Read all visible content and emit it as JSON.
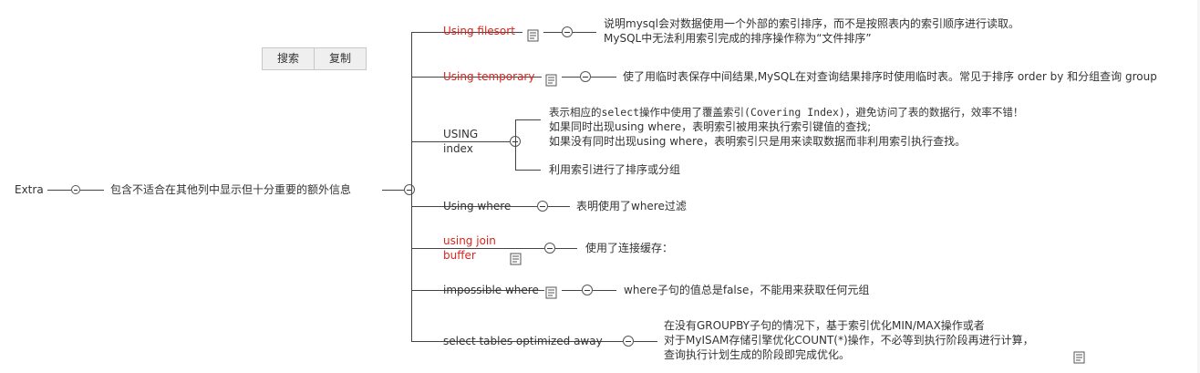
{
  "toolbar": {
    "search_label": "搜索",
    "copy_label": "复制"
  },
  "mindmap": {
    "root": "Extra",
    "center": "包含不适合在其他列中显示但十分重要的额外信息",
    "branches": [
      {
        "label": "Using filesort",
        "desc": [
          "说明mysql会对数据使用一个外部的索引排序，而不是按照表内的索引顺序进行读取。",
          "MySQL中无法利用索引完成的排序操作称为“文件排序”"
        ]
      },
      {
        "label": "Using temporary",
        "desc": [
          "使了用临时表保存中间结果,MySQL在对查询结果排序时使用临时表。常见于排序 order by 和分组查询 group"
        ]
      },
      {
        "label_lines": [
          "USING",
          "index"
        ],
        "desc": [
          "表示相应的select操作中使用了覆盖索引(Covering Index)，避免访问了表的数据行，效率不错！",
          "如果同时出现using where，表明索引被用来执行索引键值的查找;",
          "如果没有同时出现using where，表明索引只是用来读取数据而非利用索引执行查找。"
        ],
        "desc2": "利用索引进行了排序或分组"
      },
      {
        "label": "Using where",
        "desc": [
          "表明使用了where过滤"
        ]
      },
      {
        "label_lines": [
          "using join",
          "buffer"
        ],
        "desc": [
          "使用了连接缓存："
        ]
      },
      {
        "label": "impossible where",
        "desc": [
          "where子句的值总是false，不能用来获取任何元组"
        ]
      },
      {
        "label": "select tables optimized away",
        "desc": [
          "在没有GROUPBY子句的情况下，基于索引优化MIN/MAX操作或者",
          "对于MyISAM存储引擎优化COUNT(*)操作，不必等到执行阶段再进行计算，",
          "查询执行计划生成的阶段即完成优化。"
        ]
      }
    ]
  },
  "colors": {
    "highlight": "#d8251d",
    "text": "#333333",
    "line": "#444444"
  },
  "icons": {
    "collapse": "minus-circle-icon",
    "note": "note-icon"
  }
}
